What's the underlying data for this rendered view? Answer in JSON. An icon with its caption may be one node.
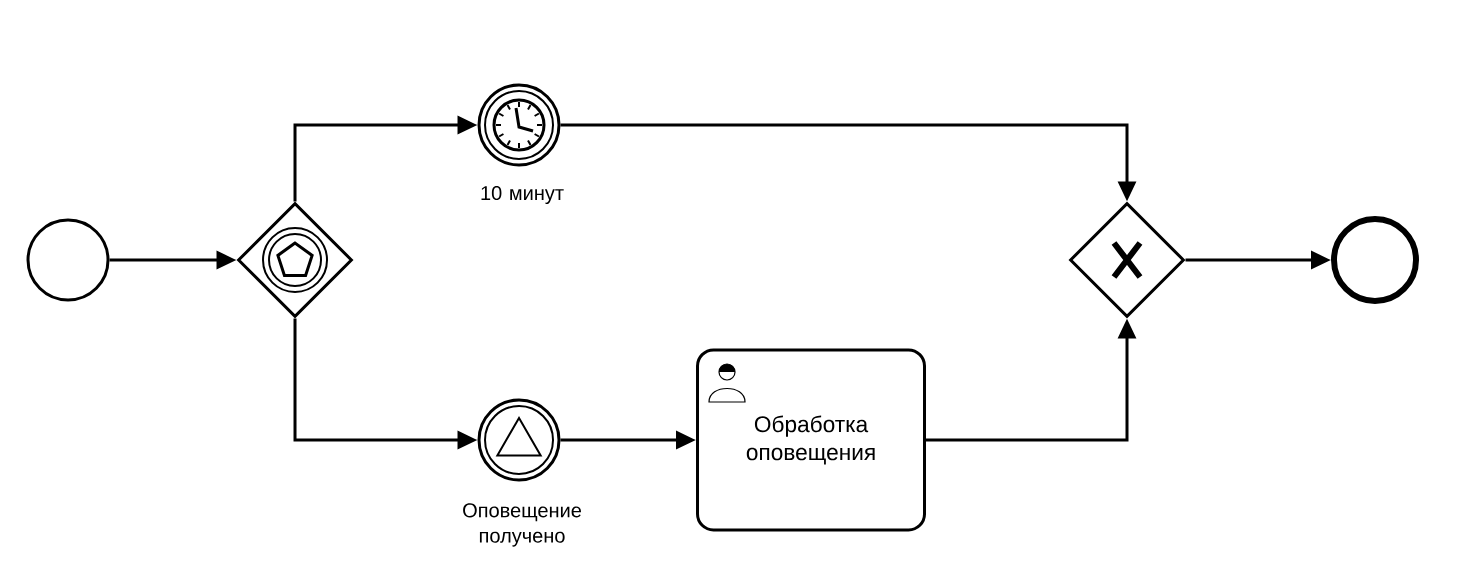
{
  "diagram": {
    "nodes": [
      {
        "text": [],
        "shape": "circle"
      },
      {
        "text": [],
        "shape": "diamond"
      },
      {
        "text": [],
        "shape": "circle",
        "beside": [
          "10 минут"
        ]
      },
      {
        "text": [],
        "shape": "circle",
        "beside": [
          "Оповещение получено"
        ]
      },
      {
        "text": [
          "Обработка оповещения"
        ]
      },
      {
        "text": [],
        "shape": "diamond"
      },
      {
        "text": [],
        "shape": "circle"
      }
    ],
    "edges": [
      {
        "from": 0,
        "to": 1,
        "arrow": "to"
      },
      {
        "from": 1,
        "to": 2,
        "arrow": "to"
      },
      {
        "from": 1,
        "to": 3,
        "arrow": "to"
      },
      {
        "from": 2,
        "to": 5,
        "arrow": "to"
      },
      {
        "from": 3,
        "to": 4,
        "arrow": "to"
      },
      {
        "from": 4,
        "to": 5,
        "arrow": "to"
      },
      {
        "from": 5,
        "to": 6,
        "arrow": "to"
      }
    ]
  }
}
